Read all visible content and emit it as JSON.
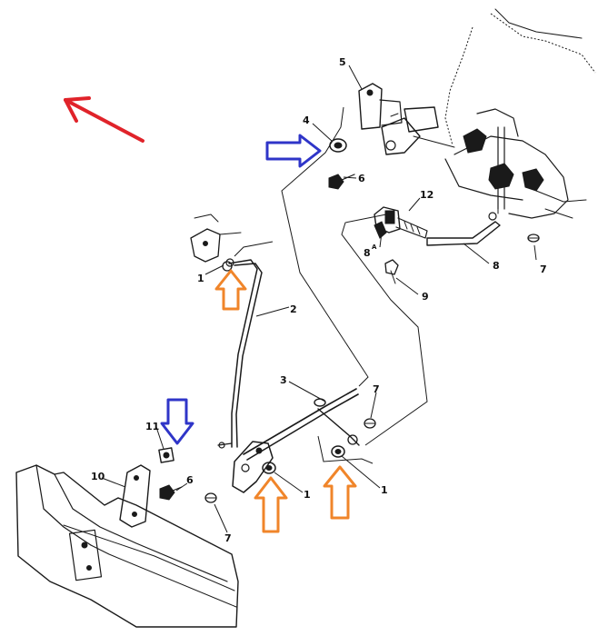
{
  "part_labels": {
    "p5": "5",
    "p4": "4",
    "p6_upper": "6",
    "p12": "12",
    "p8a": "8",
    "p8a_sub": "A",
    "p8b": "8",
    "p7_upper": "7",
    "p9": "9",
    "p1_upper": "1",
    "p2": "2",
    "p3": "3",
    "p7_mid": "7",
    "p11": "11",
    "p10": "10",
    "p6_lower": "6",
    "p1_lower": "1",
    "p1_right": "1",
    "p7_lower": "7"
  },
  "annotations": {
    "red_arrow_color": "#e0232a",
    "blue_arrow_color": "#2f35c8",
    "orange_arrow_color": "#f0852a"
  }
}
